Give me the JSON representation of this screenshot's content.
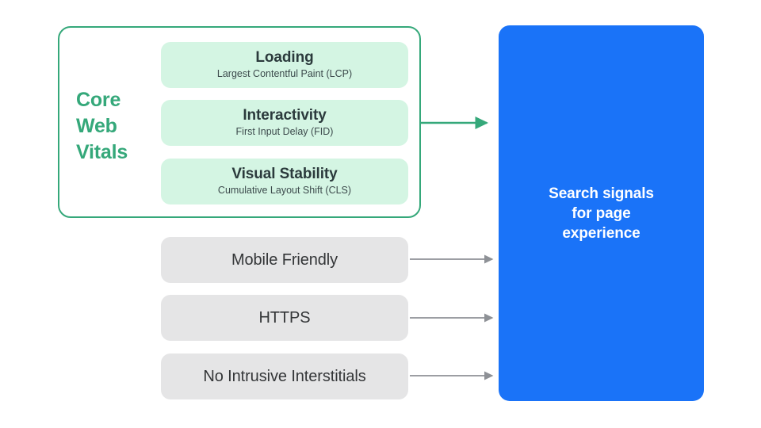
{
  "diagram": {
    "title": "Search signals for page experience",
    "colors": {
      "accent_green": "#35A87A",
      "pill_green": "#D4F5E3",
      "pill_gray": "#E5E5E6",
      "panel_blue": "#1A73F8",
      "arrow_gray": "#8E9196",
      "text_dark": "#2B3A3C",
      "text_white": "#FFFFFF",
      "background": "#FFFFFF"
    }
  },
  "core_web_vitals": {
    "group_label": "Core\nWeb\nVitals",
    "group_label_lines": [
      "Core",
      "Web",
      "Vitals"
    ],
    "metrics": [
      {
        "title": "Loading",
        "subtitle": "Largest Contentful Paint (LCP)"
      },
      {
        "title": "Interactivity",
        "subtitle": "First Input Delay (FID)"
      },
      {
        "title": "Visual Stability",
        "subtitle": "Cumulative Layout Shift (CLS)"
      }
    ]
  },
  "other_signals": [
    {
      "title": "Mobile Friendly"
    },
    {
      "title": "HTTPS"
    },
    {
      "title": "No Intrusive Interstitials"
    }
  ],
  "output_panel": {
    "text": "Search signals\nfor page\nexperience"
  },
  "connectors": [
    {
      "name": "core-web-vitals-arrow",
      "color": "#35A87A"
    },
    {
      "name": "mobile-friendly-arrow",
      "color": "#8E9196"
    },
    {
      "name": "https-arrow",
      "color": "#8E9196"
    },
    {
      "name": "no-intrusive-interstitials-arrow",
      "color": "#8E9196"
    }
  ]
}
